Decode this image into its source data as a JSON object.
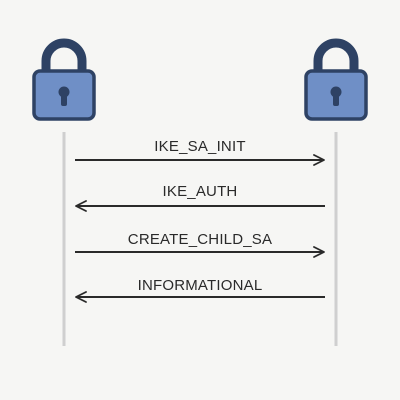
{
  "endpoints": [
    {
      "icon": "lock-icon"
    },
    {
      "icon": "lock-icon"
    }
  ],
  "messages": [
    {
      "label": "IKE_SA_INIT",
      "direction": "right"
    },
    {
      "label": "IKE_AUTH",
      "direction": "left"
    },
    {
      "label": "CREATE_CHILD_SA",
      "direction": "right"
    },
    {
      "label": "INFORMATIONAL",
      "direction": "left"
    }
  ],
  "colors": {
    "background": "#f6f6f4",
    "lock_body": "#6f8fc6",
    "lock_outline": "#2e4264",
    "lifeline": "#cfcfcf",
    "arrow": "#2a2a2a"
  }
}
